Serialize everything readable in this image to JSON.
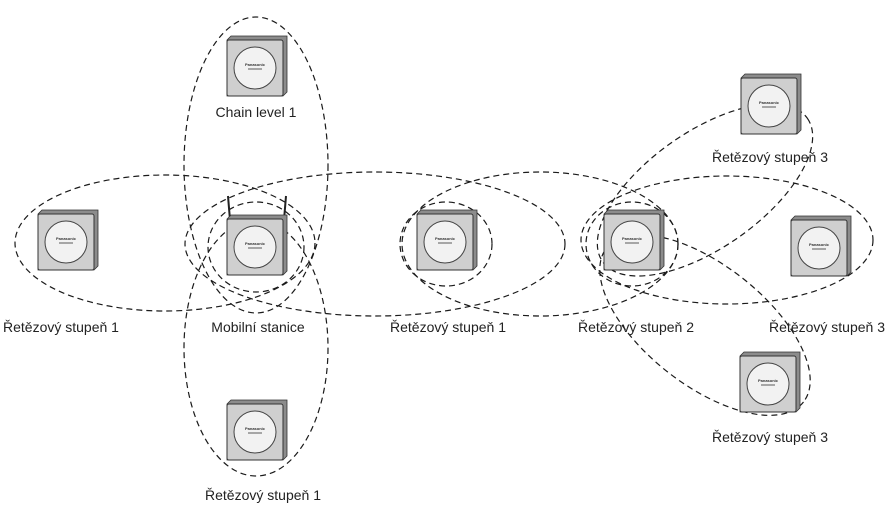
{
  "diagram": {
    "labels": {
      "top": "Chain level 1",
      "left": "Řetězový stupeň 1",
      "base": "Mobilní stanice",
      "center": "Řetězový stupeň 1",
      "bottom": "Řetězový stupeň 1",
      "repeater2": "Řetězový stupeň 2",
      "upper_right": "Řetězový stupeň 3",
      "right": "Řetězový stupeň 3",
      "lower_right": "Řetězový stupeň 3"
    },
    "device_brand": "Panasonic",
    "colors": {
      "line": "#1a1a1a",
      "device_face": "#cfcfcf",
      "device_side": "#8c8c8c",
      "device_circle": "#f2f2f2"
    }
  }
}
